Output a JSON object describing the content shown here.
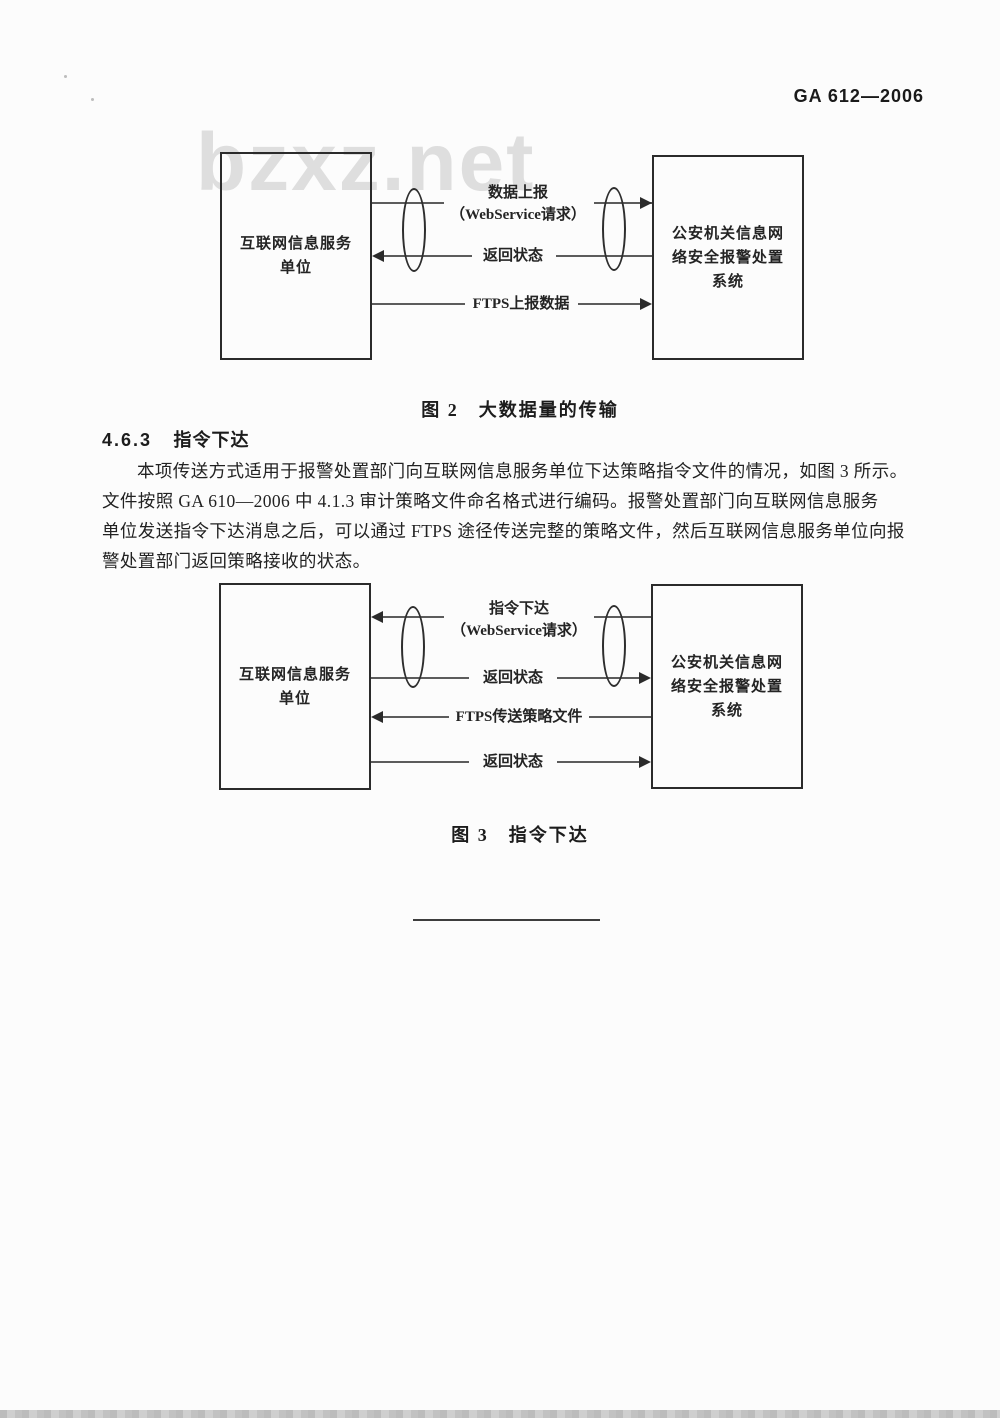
{
  "page": {
    "doc_number": "GA 612—2006",
    "watermark": "bzxz.net"
  },
  "figure2": {
    "caption": "图 2　大数据量的传输",
    "left_box_lines": [
      "互联网信息服务",
      "单位"
    ],
    "right_box_lines": [
      "公安机关信息网",
      "络安全报警处置",
      "系统"
    ],
    "flows": [
      {
        "label": "数据上报",
        "sublabel": "（WebService请求）",
        "direction": "to-right"
      },
      {
        "label": "返回状态",
        "direction": "to-left"
      },
      {
        "label": "FTPS上报数据",
        "direction": "to-right"
      }
    ]
  },
  "section": {
    "number": "4.6.3",
    "title": "指令下达"
  },
  "paragraph": {
    "lines": [
      "本项传送方式适用于报警处置部门向互联网信息服务单位下达策略指令文件的情况，如图 3 所示。",
      "文件按照 GA 610—2006 中 4.1.3 审计策略文件命名格式进行编码。报警处置部门向互联网信息服务",
      "单位发送指令下达消息之后，可以通过 FTPS 途径传送完整的策略文件，然后互联网信息服务单位向报",
      "警处置部门返回策略接收的状态。"
    ]
  },
  "figure3": {
    "caption": "图 3　指令下达",
    "left_box_lines": [
      "互联网信息服务",
      "单位"
    ],
    "right_box_lines": [
      "公安机关信息网",
      "络安全报警处置",
      "系统"
    ],
    "flows": [
      {
        "label": "指令下达",
        "sublabel": "（WebService请求）",
        "direction": "to-left"
      },
      {
        "label": "返回状态",
        "direction": "to-right"
      },
      {
        "label": "FTPS传送策略文件",
        "direction": "to-left"
      },
      {
        "label": "返回状态",
        "direction": "to-right"
      }
    ]
  }
}
